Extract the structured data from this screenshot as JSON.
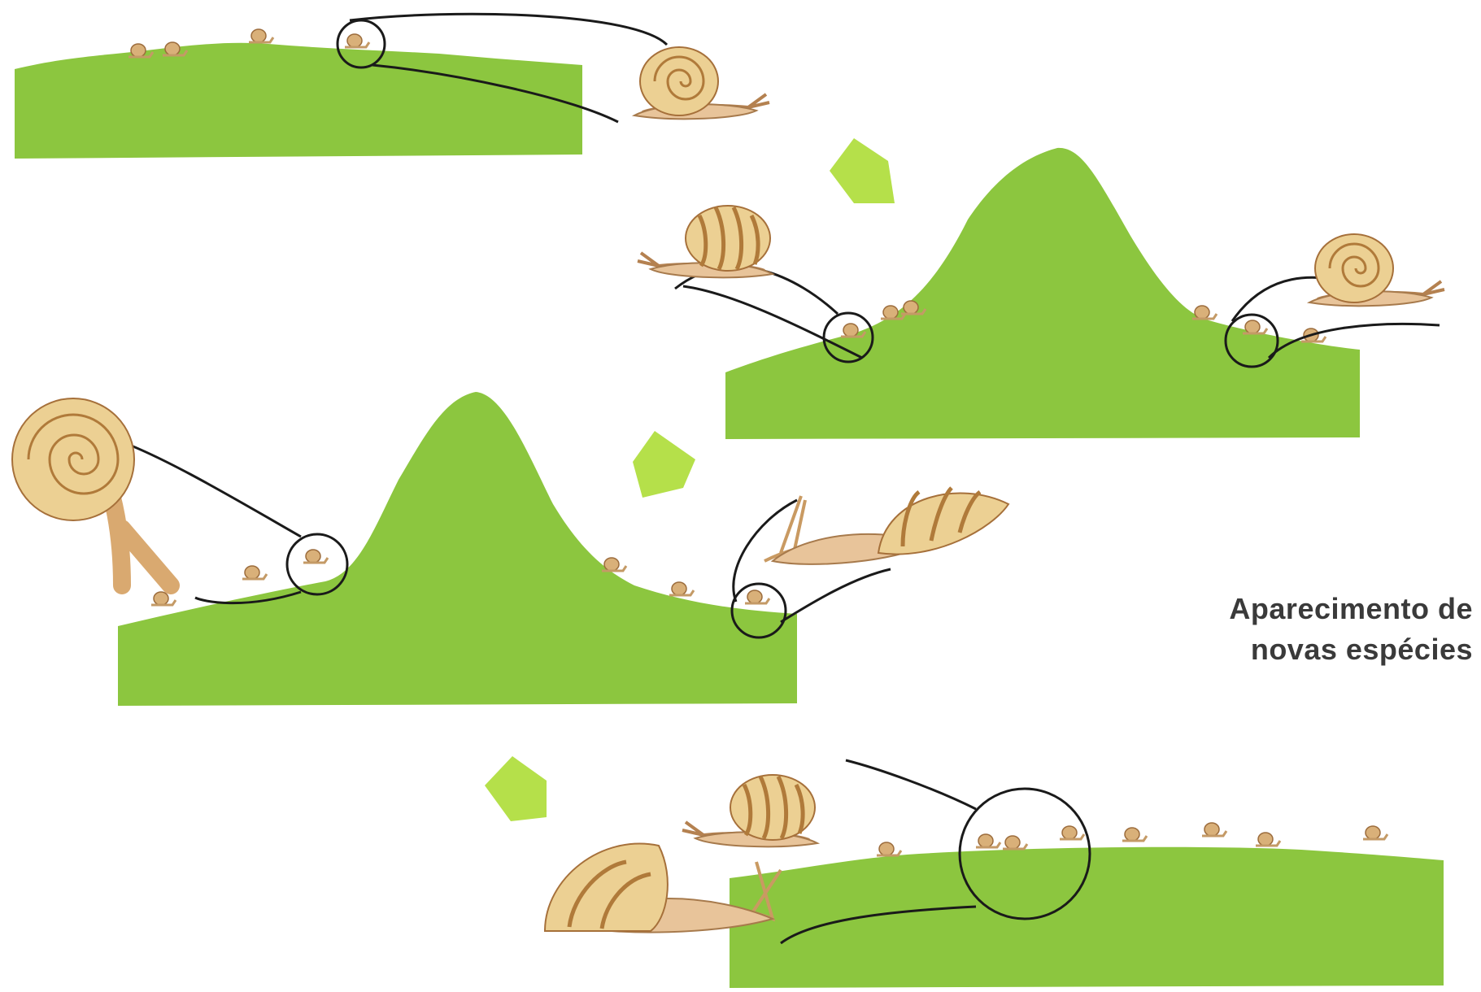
{
  "caption": {
    "line1": "Aparecimento de",
    "line2": "novas espécies"
  },
  "colors": {
    "grass": "#8cc63f",
    "grass_light": "#a6d64a",
    "arrow": "#b5e04a",
    "outline": "#1a1a1a",
    "shell": "#e9c98a",
    "shell_stripe": "#b07a3a",
    "body": "#e8c49a"
  },
  "icons": {
    "snail": "snail-icon",
    "magnifier": "magnifier-circle",
    "arrow": "down-arrow-icon"
  }
}
